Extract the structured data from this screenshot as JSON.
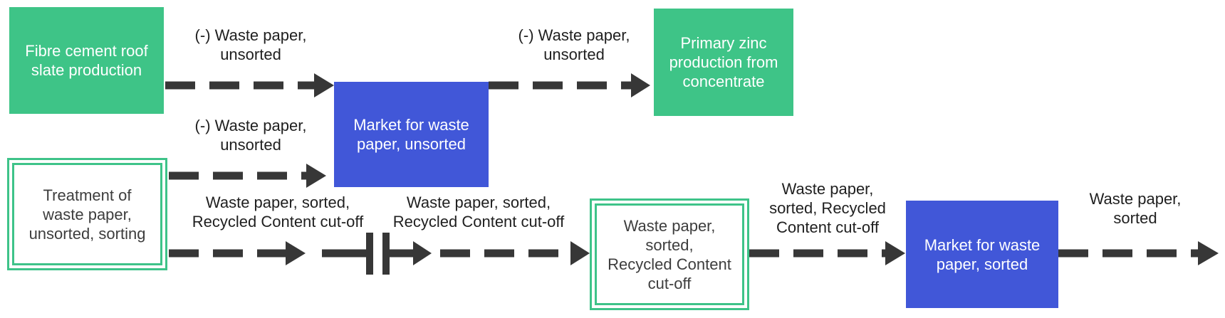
{
  "colors": {
    "node_green": "#3ec487",
    "node_blue": "#4157d8",
    "outline_green": "#3ec389",
    "arrow": "#373737",
    "label_text": "#1f1f1f",
    "node_text_dark": "#3d3d3d",
    "node_text_light": "#ffffff",
    "background": "#ffffff"
  },
  "nodes": {
    "fibre_cement": {
      "label": "Fibre cement roof\nslate production"
    },
    "market_unsorted": {
      "label": "Market for waste\npaper, unsorted"
    },
    "primary_zinc": {
      "label": "Primary zinc\nproduction from\nconcentrate"
    },
    "treatment_sorting": {
      "label": "Treatment of\nwaste paper,\nunsorted, sorting"
    },
    "waste_sorted_cutoff": {
      "label": "Waste paper,\nsorted,\nRecycled Content\ncut-off"
    },
    "market_sorted": {
      "label": "Market for waste\npaper, sorted"
    }
  },
  "edge_labels": {
    "fibre_to_market": "(-) Waste paper,\nunsorted",
    "treatment_to_market": "(-) Waste paper,\nunsorted",
    "market_to_zinc": "(-) Waste paper,\nunsorted",
    "treatment_to_cutoff_symbol": "Waste paper, sorted,\nRecycled Content cut-off",
    "cutoff_symbol_to_box": "Waste paper, sorted,\nRecycled Content cut-off",
    "box_to_market_sorted": "Waste paper,\nsorted, Recycled\nContent cut-off",
    "market_sorted_output": "Waste paper,\nsorted"
  }
}
